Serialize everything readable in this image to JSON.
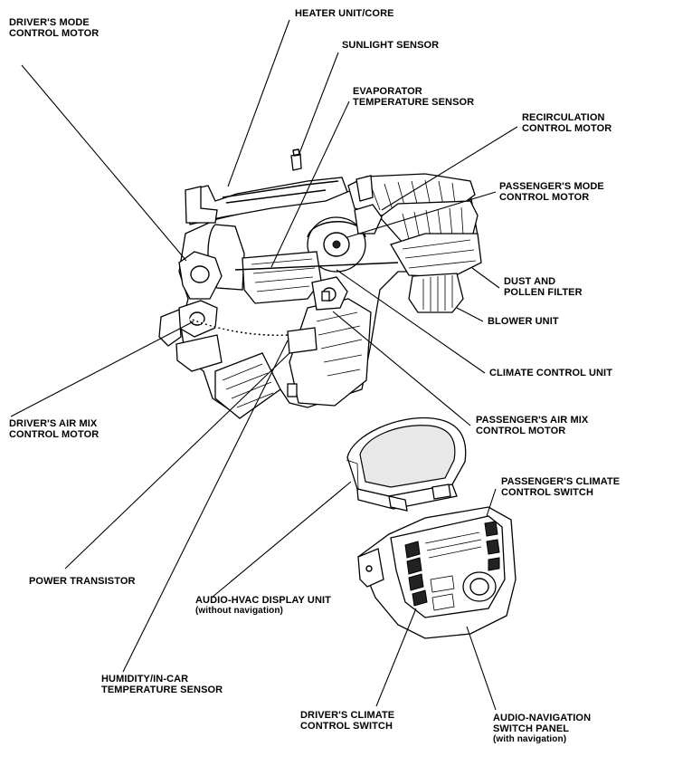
{
  "labels": {
    "drivers_mode_motor": [
      "DRIVER'S MODE",
      "CONTROL MOTOR"
    ],
    "heater_unit": [
      "HEATER UNIT/CORE"
    ],
    "sunlight_sensor": [
      "SUNLIGHT SENSOR"
    ],
    "evaporator_sensor": [
      "EVAPORATOR",
      "TEMPERATURE SENSOR"
    ],
    "recirculation_motor": [
      "RECIRCULATION",
      "CONTROL MOTOR"
    ],
    "passengers_mode_motor": [
      "PASSENGER'S MODE",
      "CONTROL MOTOR"
    ],
    "dust_filter": [
      "DUST AND",
      "POLLEN FILTER"
    ],
    "blower_unit": [
      "BLOWER UNIT"
    ],
    "climate_control_unit": [
      "CLIMATE CONTROL UNIT"
    ],
    "drivers_air_mix_motor": [
      "DRIVER'S AIR MIX",
      "CONTROL MOTOR"
    ],
    "passengers_air_mix_motor": [
      "PASSENGER'S AIR MIX",
      "CONTROL MOTOR"
    ],
    "passengers_climate_switch": [
      "PASSENGER'S CLIMATE",
      "CONTROL SWITCH"
    ],
    "power_transistor": [
      "POWER TRANSISTOR"
    ],
    "display_unit": [
      "AUDIO-HVAC DISPLAY UNIT"
    ],
    "display_unit_note": "(without navigation)",
    "humidity_sensor": [
      "HUMIDITY/IN-CAR",
      "TEMPERATURE SENSOR"
    ],
    "drivers_climate_switch": [
      "DRIVER'S CLIMATE",
      "CONTROL SWITCH"
    ],
    "nav_switch_panel": [
      "AUDIO-NAVIGATION",
      "SWITCH PANEL"
    ],
    "nav_switch_panel_note": "(with navigation)"
  }
}
